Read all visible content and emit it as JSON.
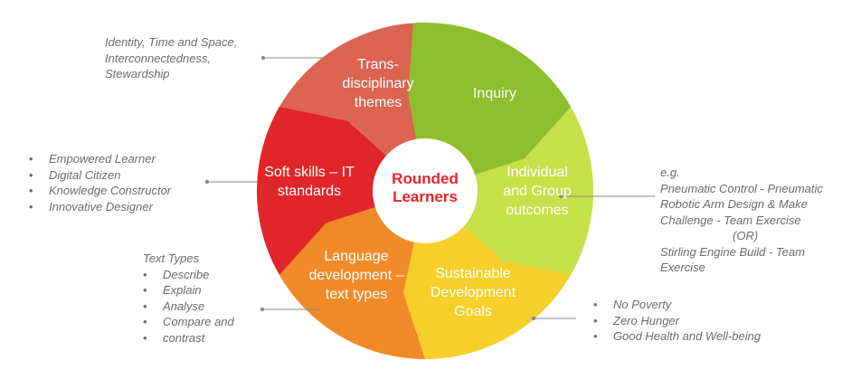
{
  "center": {
    "line1": "Rounded",
    "line2": "Learners",
    "color": "#e8232a"
  },
  "segments": [
    {
      "key": "transdisciplinary",
      "lines": [
        "Trans-",
        "disciplinary",
        "themes"
      ],
      "color": "#8dbe2e"
    },
    {
      "key": "inquiry",
      "lines": [
        "Inquiry"
      ],
      "color": "#c6e04a"
    },
    {
      "key": "individual-group",
      "lines": [
        "Individual",
        "and Group",
        "outcomes"
      ],
      "color": "#f6cf2a"
    },
    {
      "key": "sdg",
      "lines": [
        "Sustainable",
        "Development",
        "Goals"
      ],
      "color": "#f08a28"
    },
    {
      "key": "language",
      "lines": [
        "Language",
        "development –",
        "text types"
      ],
      "color": "#e0262b"
    },
    {
      "key": "soft-skills",
      "lines": [
        "Soft skills – IT",
        "standards"
      ],
      "color": "#dc6452"
    }
  ],
  "notes": {
    "themes": [
      "Identity, Time and Space,",
      "Interconnectedness,",
      "Stewardship"
    ],
    "soft_skills": [
      "Empowered Learner",
      "Digital Citizen",
      "Knowledge Constructor",
      "Innovative Designer"
    ],
    "text_types_heading": "Text Types",
    "text_types": [
      "Describe",
      "Explain",
      "Analyse",
      "Compare and",
      "contrast"
    ],
    "sdg": [
      "No Poverty",
      "Zero Hunger",
      "Good Health and Well-being"
    ],
    "outcomes_lines": [
      "e.g.",
      "Pneumatic Control - Pneumatic",
      "Robotic Arm Design & Make",
      "Challenge - Team Exercise",
      "(OR)",
      "Stirling Engine Build - Team",
      "Exercise"
    ]
  },
  "connector_color": "#8a8a8a"
}
